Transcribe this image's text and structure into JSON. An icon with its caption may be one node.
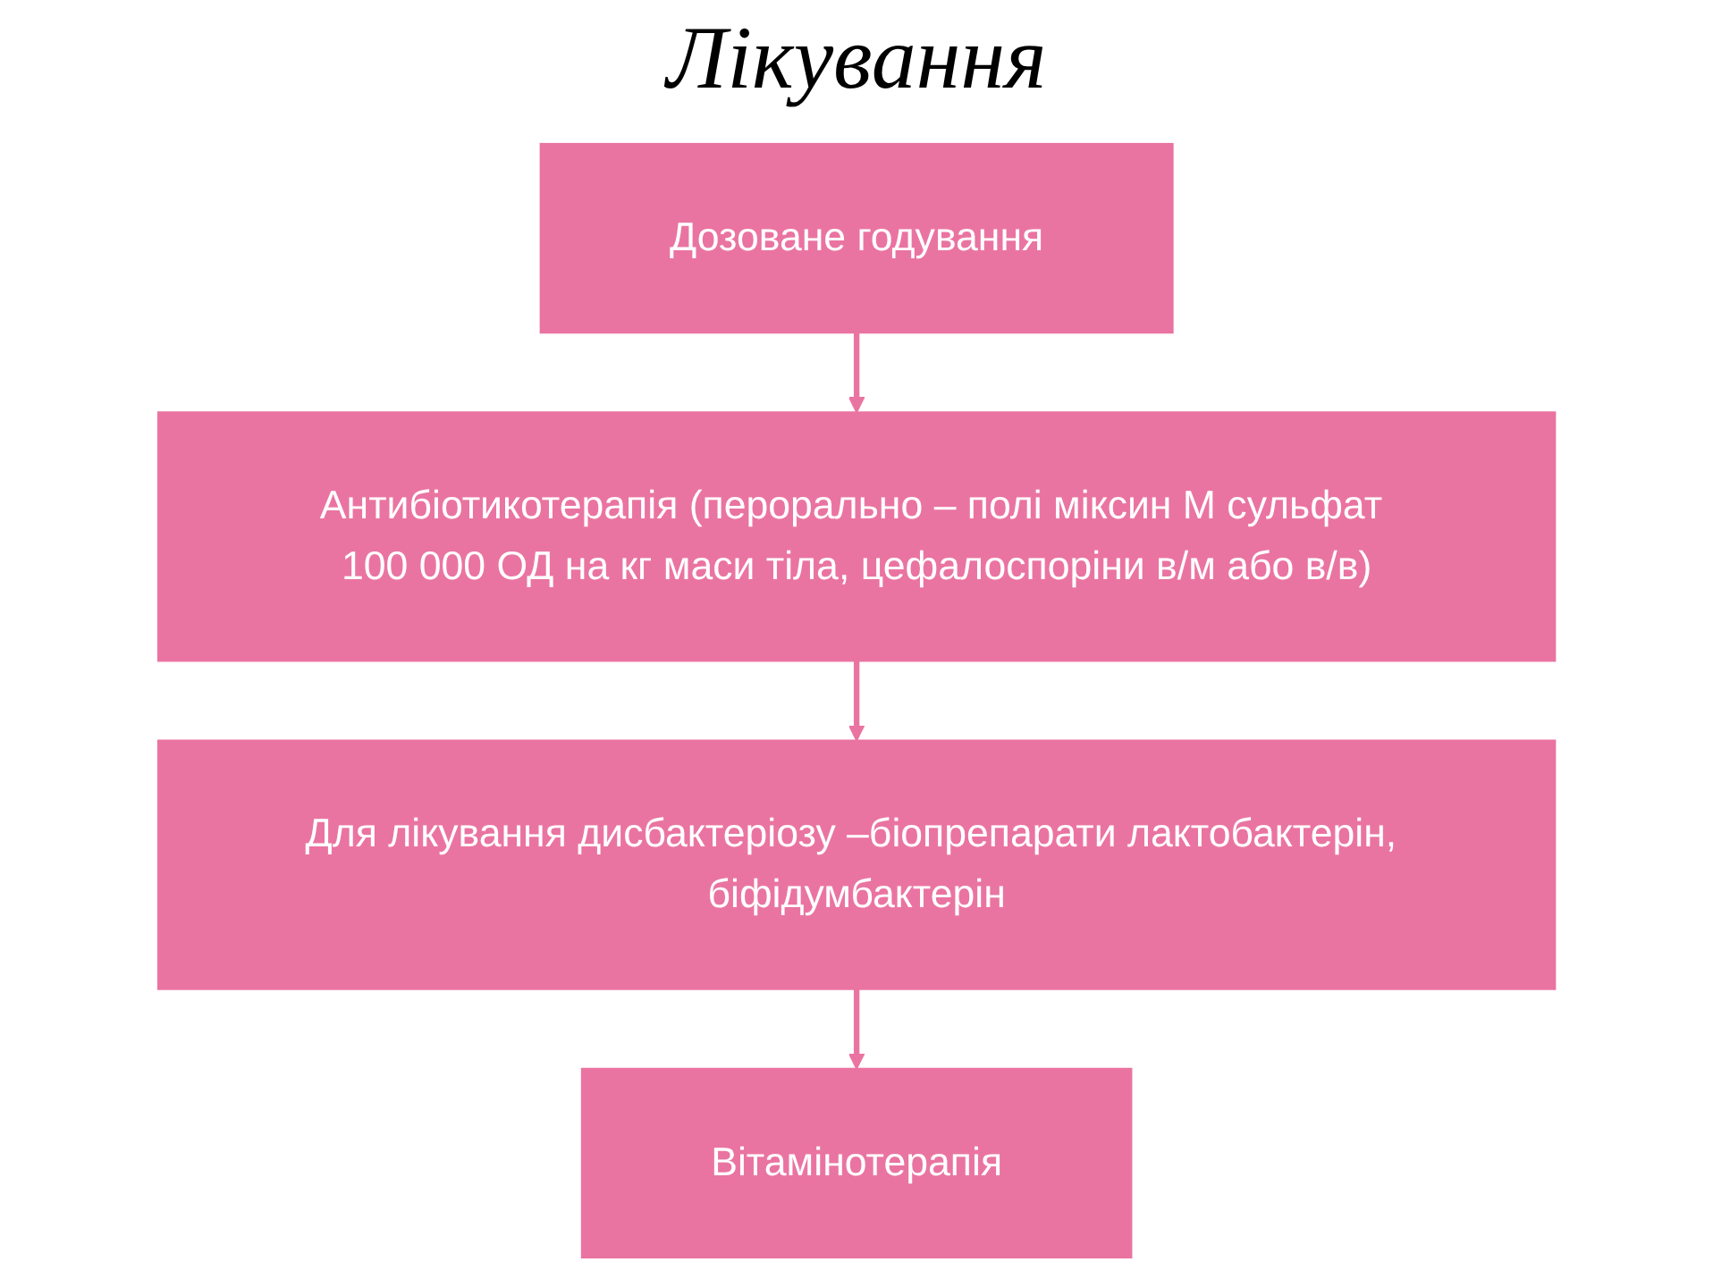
{
  "diagram": {
    "title": "Лікування",
    "nodes": [
      {
        "text": [
          "Дозоване годування"
        ]
      },
      {
        "text": [
          "Антибіотикотерапія (перорально – полі міксин М сульфат 100 000 ОД на кг маси тіла, цефалоспоріни в/м або в/в)"
        ]
      },
      {
        "text": [
          "Для лікування дисбактеріозу –біопрепарати лактобактерін, біфідумбактерін"
        ]
      },
      {
        "text": [
          "Вітамінотерапія"
        ]
      }
    ],
    "edges": [
      {
        "from": 0,
        "to": 1,
        "arrow": "to"
      },
      {
        "from": 1,
        "to": 2,
        "arrow": "to"
      },
      {
        "from": 2,
        "to": 3,
        "arrow": "to"
      }
    ]
  }
}
